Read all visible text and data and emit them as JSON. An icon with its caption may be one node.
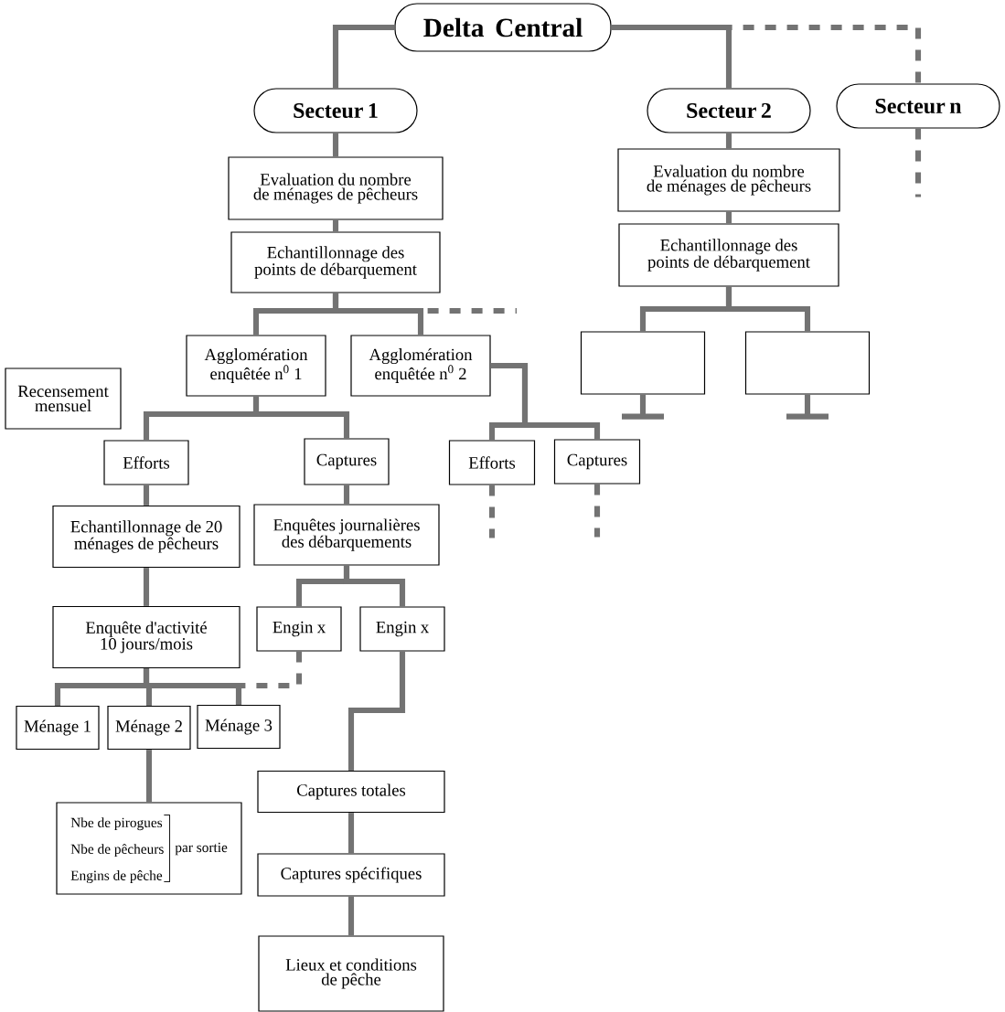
{
  "diagram": {
    "nodes": [
      {
        "text": [
          "Delta Central"
        ]
      },
      {
        "text": [
          "Secteur 1"
        ]
      },
      {
        "text": [
          "Secteur 2"
        ]
      },
      {
        "text": [
          "Secteur n"
        ]
      },
      {
        "text": [
          "Evaluation du nombre de ménages de pêcheurs"
        ]
      },
      {
        "text": [
          "Echantillonnage des points de débarquement"
        ]
      },
      {
        "text": [
          "Evaluation du nombre de ménages de pêcheurs"
        ]
      },
      {
        "text": [
          "Echantillonnage des points de débarquement"
        ]
      },
      {
        "text": [
          "Agglomération enquêtée n$^{0}$ 1"
        ]
      },
      {
        "text": [
          "Agglomération enquêtée n$^{0}$ 2"
        ]
      },
      {
        "text": [
          "Recensement mensuel"
        ]
      },
      {
        "text": [],
        "shape": "box"
      },
      {
        "text": [],
        "shape": "box"
      },
      {
        "text": [
          "Efforts"
        ]
      },
      {
        "text": [
          "Captures"
        ]
      },
      {
        "text": [
          "Efforts"
        ]
      },
      {
        "text": [
          "Captures"
        ]
      },
      {
        "text": [
          "Echantillonnage de 20 ménages de pêcheurs"
        ]
      },
      {
        "text": [
          "Enquêtes journalières des débarquements"
        ]
      },
      {
        "text": [
          "Enquête d'activité 10 jours/mois"
        ]
      },
      {
        "text": [
          "Engin x"
        ]
      },
      {
        "text": [
          "Engin x"
        ]
      },
      {
        "text": [
          "Ménage 1"
        ]
      },
      {
        "text": [
          "Ménage 2"
        ]
      },
      {
        "text": [
          "Ménage 3"
        ]
      },
      {
        "text": [
          "Nbe de pirogues",
          "Nbe de pêcheurs",
          "Engins de pêche",
          "par sortie"
        ]
      },
      {
        "text": [
          "Captures totales"
        ]
      },
      {
        "text": [
          "Captures spécifiques"
        ]
      },
      {
        "text": [
          "Lieux et conditions de pêche"
        ]
      }
    ],
    "edges": [
      {
        "from": 0,
        "to": 1,
        "arrow": "none"
      },
      {
        "from": 0,
        "to": 2,
        "arrow": "none"
      },
      {
        "from": 0,
        "to": 3,
        "arrow": "none",
        "style": "dashed"
      },
      {
        "from": 3,
        "to": null,
        "arrow": "none",
        "style": "dashed"
      },
      {
        "from": 1,
        "to": 4,
        "arrow": "none"
      },
      {
        "from": 4,
        "to": 5,
        "arrow": "none"
      },
      {
        "from": 2,
        "to": 6,
        "arrow": "none"
      },
      {
        "from": 6,
        "to": 7,
        "arrow": "none"
      },
      {
        "from": 5,
        "to": 8,
        "arrow": "none"
      },
      {
        "from": 5,
        "to": 9,
        "arrow": "none"
      },
      {
        "from": 5,
        "to": null,
        "arrow": "none",
        "style": "dashed"
      },
      {
        "from": 7,
        "to": 11,
        "arrow": "none"
      },
      {
        "from": 7,
        "to": 12,
        "arrow": "none"
      },
      {
        "from": 11,
        "to": null,
        "arrow": "none"
      },
      {
        "from": 12,
        "to": null,
        "arrow": "none"
      },
      {
        "from": 8,
        "to": 13,
        "arrow": "none"
      },
      {
        "from": 8,
        "to": 14,
        "arrow": "none"
      },
      {
        "from": 9,
        "to": 15,
        "arrow": "none"
      },
      {
        "from": 9,
        "to": 16,
        "arrow": "none"
      },
      {
        "from": 15,
        "to": null,
        "arrow": "none",
        "style": "dashed"
      },
      {
        "from": 16,
        "to": null,
        "arrow": "none",
        "style": "dashed"
      },
      {
        "from": 13,
        "to": 17,
        "arrow": "none"
      },
      {
        "from": 14,
        "to": 18,
        "arrow": "none"
      },
      {
        "from": 17,
        "to": 19,
        "arrow": "none"
      },
      {
        "from": 18,
        "to": 20,
        "arrow": "none"
      },
      {
        "from": 18,
        "to": 21,
        "arrow": "none"
      },
      {
        "from": 19,
        "to": 22,
        "arrow": "none"
      },
      {
        "from": 19,
        "to": 23,
        "arrow": "none"
      },
      {
        "from": 19,
        "to": 24,
        "arrow": "none"
      },
      {
        "from": 20,
        "to": 24,
        "arrow": "none",
        "style": "dashed"
      },
      {
        "from": 23,
        "to": 25,
        "arrow": "none"
      },
      {
        "from": 21,
        "to": 26,
        "arrow": "none"
      },
      {
        "from": 26,
        "to": 27,
        "arrow": "none"
      },
      {
        "from": 27,
        "to": 28,
        "arrow": "none"
      }
    ]
  }
}
